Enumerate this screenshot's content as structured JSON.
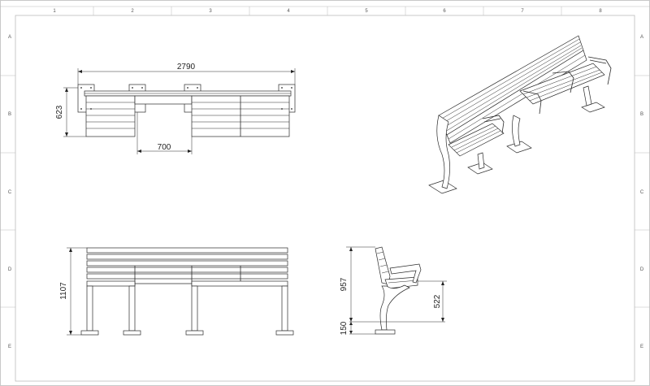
{
  "border": {
    "columns": [
      "1",
      "2",
      "3",
      "4",
      "5",
      "6",
      "7",
      "8"
    ],
    "rows": [
      "A",
      "B",
      "C",
      "D",
      "E"
    ]
  },
  "dimensions": {
    "top_length": "2790",
    "top_depth": "623",
    "top_leg_spacing": "700",
    "front_height": "1107",
    "side_height": "957",
    "side_seat_height": "522",
    "side_base": "150"
  }
}
